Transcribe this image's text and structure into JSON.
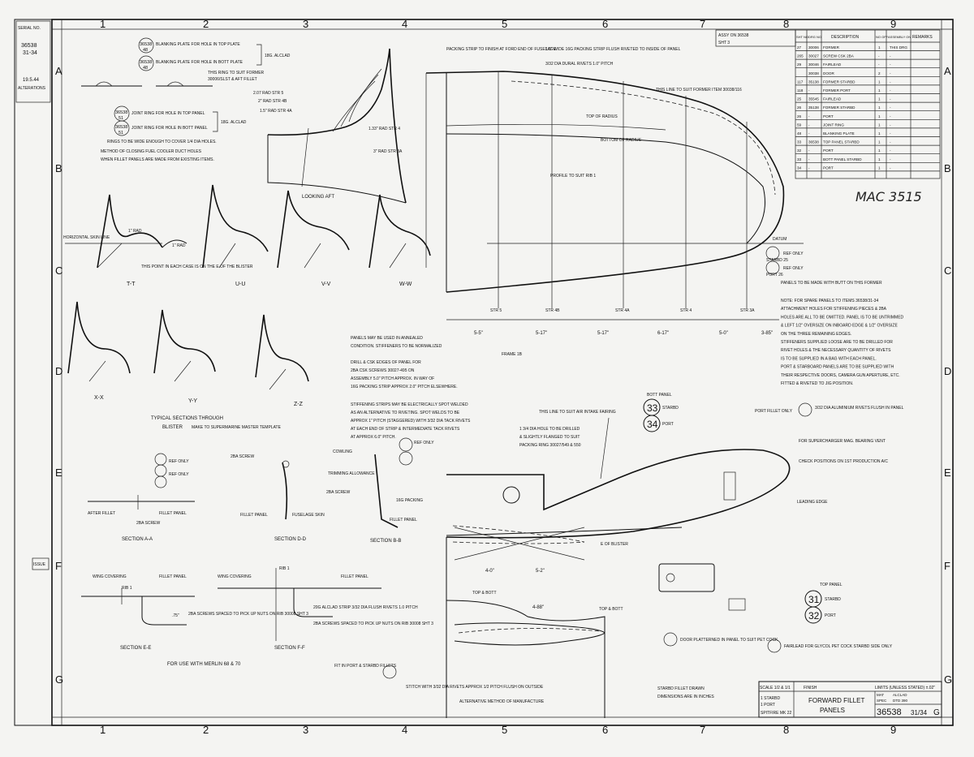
{
  "grid": {
    "cols": [
      "1",
      "2",
      "3",
      "4",
      "5",
      "6",
      "7",
      "8",
      "9"
    ],
    "rows": [
      "A",
      "B",
      "C",
      "D",
      "E",
      "F",
      "G"
    ]
  },
  "left_strip": [
    "SERIAL NO.",
    "36538",
    "31-34",
    "19.5.44",
    "ALTERATIONS",
    "ISSUE"
  ],
  "top_notes": {
    "blanking_top": "BLANKING PLATE FOR HOLE IN TOP PLATE",
    "blanking_bott": "BLANKING PLATE FOR HOLE IN BOTT PLATE",
    "blanking_part_a": "36538",
    "blanking_part_b": "48",
    "material": "18G. ALCLAD",
    "joint_top": "JOINT RING FOR HOLE IN TOP PANEL",
    "joint_bott": "JOINT RING FOR HOLE IN BOTT PANEL",
    "joint_part": "51",
    "rings_note_1": "RINGS TO BE WIDE ENOUGH TO COVER 1/4 DIA HOLES.",
    "rings_note_2": "METHOD OF CLOSING FUEL COOLER DUCT HOLES",
    "rings_note_3": "WHEN FILLET PANELS ARE MADE FROM EXISTING ITEMS."
  },
  "looking_aft": {
    "label": "LOOKING AFT",
    "ring_note_1": "THIS RING TO SUIT FORMER",
    "ring_note_2": "30006/SLST & AFT FILLET",
    "r1": "2.07 RAD STR 5",
    "r2": "2\" RAD STR 4B",
    "r3": "1.5\" RAD STR 4A",
    "r4": "1.33\" RAD STR 4",
    "r5": "3\" RAD STR 3A"
  },
  "sections_top": [
    "T-T",
    "U-U",
    "V-V",
    "W-W"
  ],
  "sections_mid": [
    "X-X",
    "Y-Y",
    "Z-Z"
  ],
  "horiz_skin": "HORIZONTAL SKIN LINE",
  "blister_note": "THIS POINT IN EACH CASE IS ON THE E OF THE BLISTER",
  "rad_label": "1\" RAD",
  "typical_sections": "TYPICAL SECTIONS THROUGH",
  "blister": "BLISTER",
  "make_template": "MAKE TO SUPERMARINE MASTER TEMPLATE",
  "plan_top": {
    "packing_strip": "PACKING STRIP TO FINISH AT FORD END OF FUSELAGE",
    "packing_flush": "1.5\" WIDE 16G PACKING STRIP FLUSH RIVETED TO INSIDE OF PANEL",
    "rivets": "3/32 DIA DURAL RIVETS 1.0\" PITCH",
    "former_note": "THIS LINE TO SUIT FORMER ITEM 30038/116",
    "top_of_radius": "TOP OF RADIUS",
    "bottom_of_radius": "BOTTOM OF RADIUS",
    "profile": "PROFILE TO SUIT RIB 1",
    "datum": "DATUM",
    "panels_note": "PANELS TO BE MADE WITH BUTT ON THIS FORMER",
    "str_labels": [
      "STR 5",
      "STR 4B",
      "STR 4A",
      "STR 4",
      "STR 3A"
    ],
    "dims": [
      "5-5\"",
      "5-17\"",
      "5-17\"",
      "6-17\"",
      "5-0\"",
      "3-85\""
    ]
  },
  "parts_table": {
    "assy_no": "ASSY ON 36538",
    "sht": "SHT 3",
    "headers": [
      "SHT NO",
      "DRG NO",
      "DESCRIPTION",
      "NO OFF",
      "ASSEMBLY ON",
      "REMARKS"
    ],
    "rows": [
      [
        "27",
        "30006",
        "FORMER",
        "1",
        "THIS DRG"
      ],
      [
        "265",
        "30027",
        "SCREW CSK 2BA",
        "-",
        "-"
      ],
      [
        "29",
        "30046",
        "FAIRLEAD",
        "-",
        "-"
      ],
      [
        "",
        "30038",
        "DOOR",
        "2",
        "-"
      ],
      [
        "117",
        "35138",
        "FORMER STARBD",
        "1",
        "-"
      ],
      [
        "118",
        "-",
        "FORMER PORT",
        "1",
        "-"
      ],
      [
        "25",
        "35545",
        "FAIRLEAD",
        "1",
        "-"
      ],
      [
        "26",
        "35138",
        "FORMER STARBD",
        "1",
        "-"
      ],
      [
        "26",
        "-",
        "PORT",
        "1",
        "-"
      ],
      [
        "59",
        "-",
        "JOINT RING",
        "1",
        "-"
      ],
      [
        "48",
        "-",
        "BLANKING PLATE",
        "1",
        "-"
      ],
      [
        "33",
        "36538",
        "TOP PANEL STARBD",
        "1",
        "-"
      ],
      [
        "32",
        "-",
        "PORT",
        "1",
        "-"
      ],
      [
        "33",
        "-",
        "BOTT PANEL STARBD",
        "1",
        "-"
      ],
      [
        "34",
        "-",
        "PORT",
        "1",
        "-"
      ]
    ]
  },
  "hand_note": "MAC 3515",
  "right_notes": [
    "NOTE: FOR SPARE PANELS TO ITEMS 36538/31-34",
    "ATTACHMENT HOLES FOR STIFFENING PIECES & 2BA",
    "HOLES ARE ALL TO BE OMITTED. PANEL IS TO BE UNTRIMMED",
    "& LEFT 1/2\" OVERSIZE ON INBOARD EDGE & 1/2\" OVERSIZE",
    "ON THE THREE REMAINING EDGES.",
    "STIFFENERS SUPPLIED LOOSE ARE TO BE DRILLED FOR",
    "RIVET HOLES & THE NECESSARY QUANTITY OF RIVETS",
    "IS TO BE SUPPLIED IN A BAG WITH EACH PANEL.",
    "PORT & STARBOARD PANELS ARE TO BE SUPPLIED WITH",
    "THEIR RESPECTIVE DOORS, CAMERA GUN APERTURE, ETC.",
    "FITTED & RIVETED TO JIG POSITION."
  ],
  "callouts": {
    "stbd_25": "STARBD 25",
    "port_26": "PORT 26",
    "ref_only": "REF ONLY",
    "c33": "33",
    "c34": "34",
    "c31": "31",
    "c32": "32",
    "stbd": "STARBD",
    "port": "PORT",
    "bott_panel": "BOTT PANEL",
    "top_panel": "TOP PANEL",
    "port_fillet": "PORT FILLET ONLY",
    "alum_rivets": "3/32 DIA ALUMINIUM RIVETS FLUSH IN PANEL",
    "supercharger": "FOR SUPERCHARGER MAG. BEARING VENT",
    "check_positions": "CHECK POSITIONS ON 1ST PRODUCTION A/C",
    "leading_edge": "LEADING EDGE"
  },
  "mid_notes": [
    "PANELS MAY BE USED IN ANNEALED",
    "CONDITION. STIFFENERS TO BE NORMALIZED",
    "DRILL & CSK EDGES OF PANEL FOR",
    "2BA CSK SCREWS 30027-495 ON",
    "ASSEMBLY 5.0\" PITCH APPROX. IN WAY OF",
    "16G PACKING STRIP APPROX 2.0\" PITCH ELSEWHERE.",
    "STIFFENING STRIPS MAY BE ELECTRICALLY SPOT WELDED",
    "AS AN ALTERNATIVE TO RIVETING. SPOT WELDS TO BE",
    "APPROX 1\" PITCH (STAGGERED) WITH 3/32 DIA TACK RIVETS",
    "AT EACH END OF STRIP & INTERMEDIATE TACK RIVETS",
    "AT APPROX 6.0\" PITCH."
  ],
  "frame_label": "FRAME 1B",
  "air_intake": "THIS LINE TO SUIT AIR INTAKE FAIRING",
  "hole_note_1": "1 3/4 DIA HOLE TO BE DRILLED",
  "hole_note_2": "& SLIGHTLY FLANGED TO SUIT",
  "hole_note_3": "PACKING RING 30027/549 & 550",
  "blister_lbl": "E OF BLISTER",
  "lower_dims": [
    "4-0\"",
    "5-2\"",
    "4-88\""
  ],
  "top_bott": "TOP & BOTT",
  "sections_lower": {
    "a_a": "SECTION A-A",
    "d_d": "SECTION D-D",
    "b_b": "SECTION B-B",
    "e_e": "SECTION E-E",
    "f_f": "SECTION F-F",
    "after_fillet": "AFTER FILLET",
    "fillet_panel": "FILLET PANEL",
    "fuselage_skin": "FUSELAGE SKIN",
    "screw_2ba": "2BA SCREW",
    "cowling": "COWLING",
    "trimming": "TRIMMING ALLOWANCE",
    "wing_covering": "WING COVERING",
    "rib1": "RIB 1",
    "screws_spaced": "2BA SCREWS SPACED TO PICK UP NUTS ON RIB 30008 SHT 3",
    "alclad_strip": "20G ALCLAD STRIP 3/32 DIA FLUSH RIVETS 1.0 PITCH",
    "g_packing": "16G PACKING",
    "merlin": "FOR USE WITH MERLIN 68 & 70",
    "dim_75": ".75\"",
    "ref_only": "REF ONLY"
  },
  "bottom_notes": {
    "fit_port": "FIT IN PORT & STARBD FILLETS",
    "stitch": "STITCH WITH 3/32 DIA RIVETS APPROX 1/2 PITCH FLUSH ON OUTSIDE",
    "alt_method": "ALTERNATIVE METHOD OF MANUFACTURE",
    "door": "DOOR PLATTERNED IN PANEL TO SUIT PET COCK",
    "fairlead": "FAIRLEAD FOR GLYCOL PET COCK STARBD SIDE ONLY",
    "stbd_fillet": "STARBD FILLET DRAWN",
    "dimensions": "DIMENSIONS ARE IN INCHES"
  },
  "title_block": {
    "scale": "SCALE 1/2 & 1/1",
    "finish": "FINISH",
    "limits": "LIMITS (UNLESS STATED) ±.02\"",
    "no_off_1": "1 STARBD",
    "no_off_2": "1 PORT",
    "aircraft": "SPITFIRE MK 22",
    "title_1": "FORWARD FILLET",
    "title_2": "PANELS",
    "mat": "MAT",
    "mat_val": "ALCLAD",
    "spec": "SPEC",
    "spec_val": "DTD 390",
    "drg_no": "36538",
    "sheet": "31/34",
    "rev": "G"
  }
}
